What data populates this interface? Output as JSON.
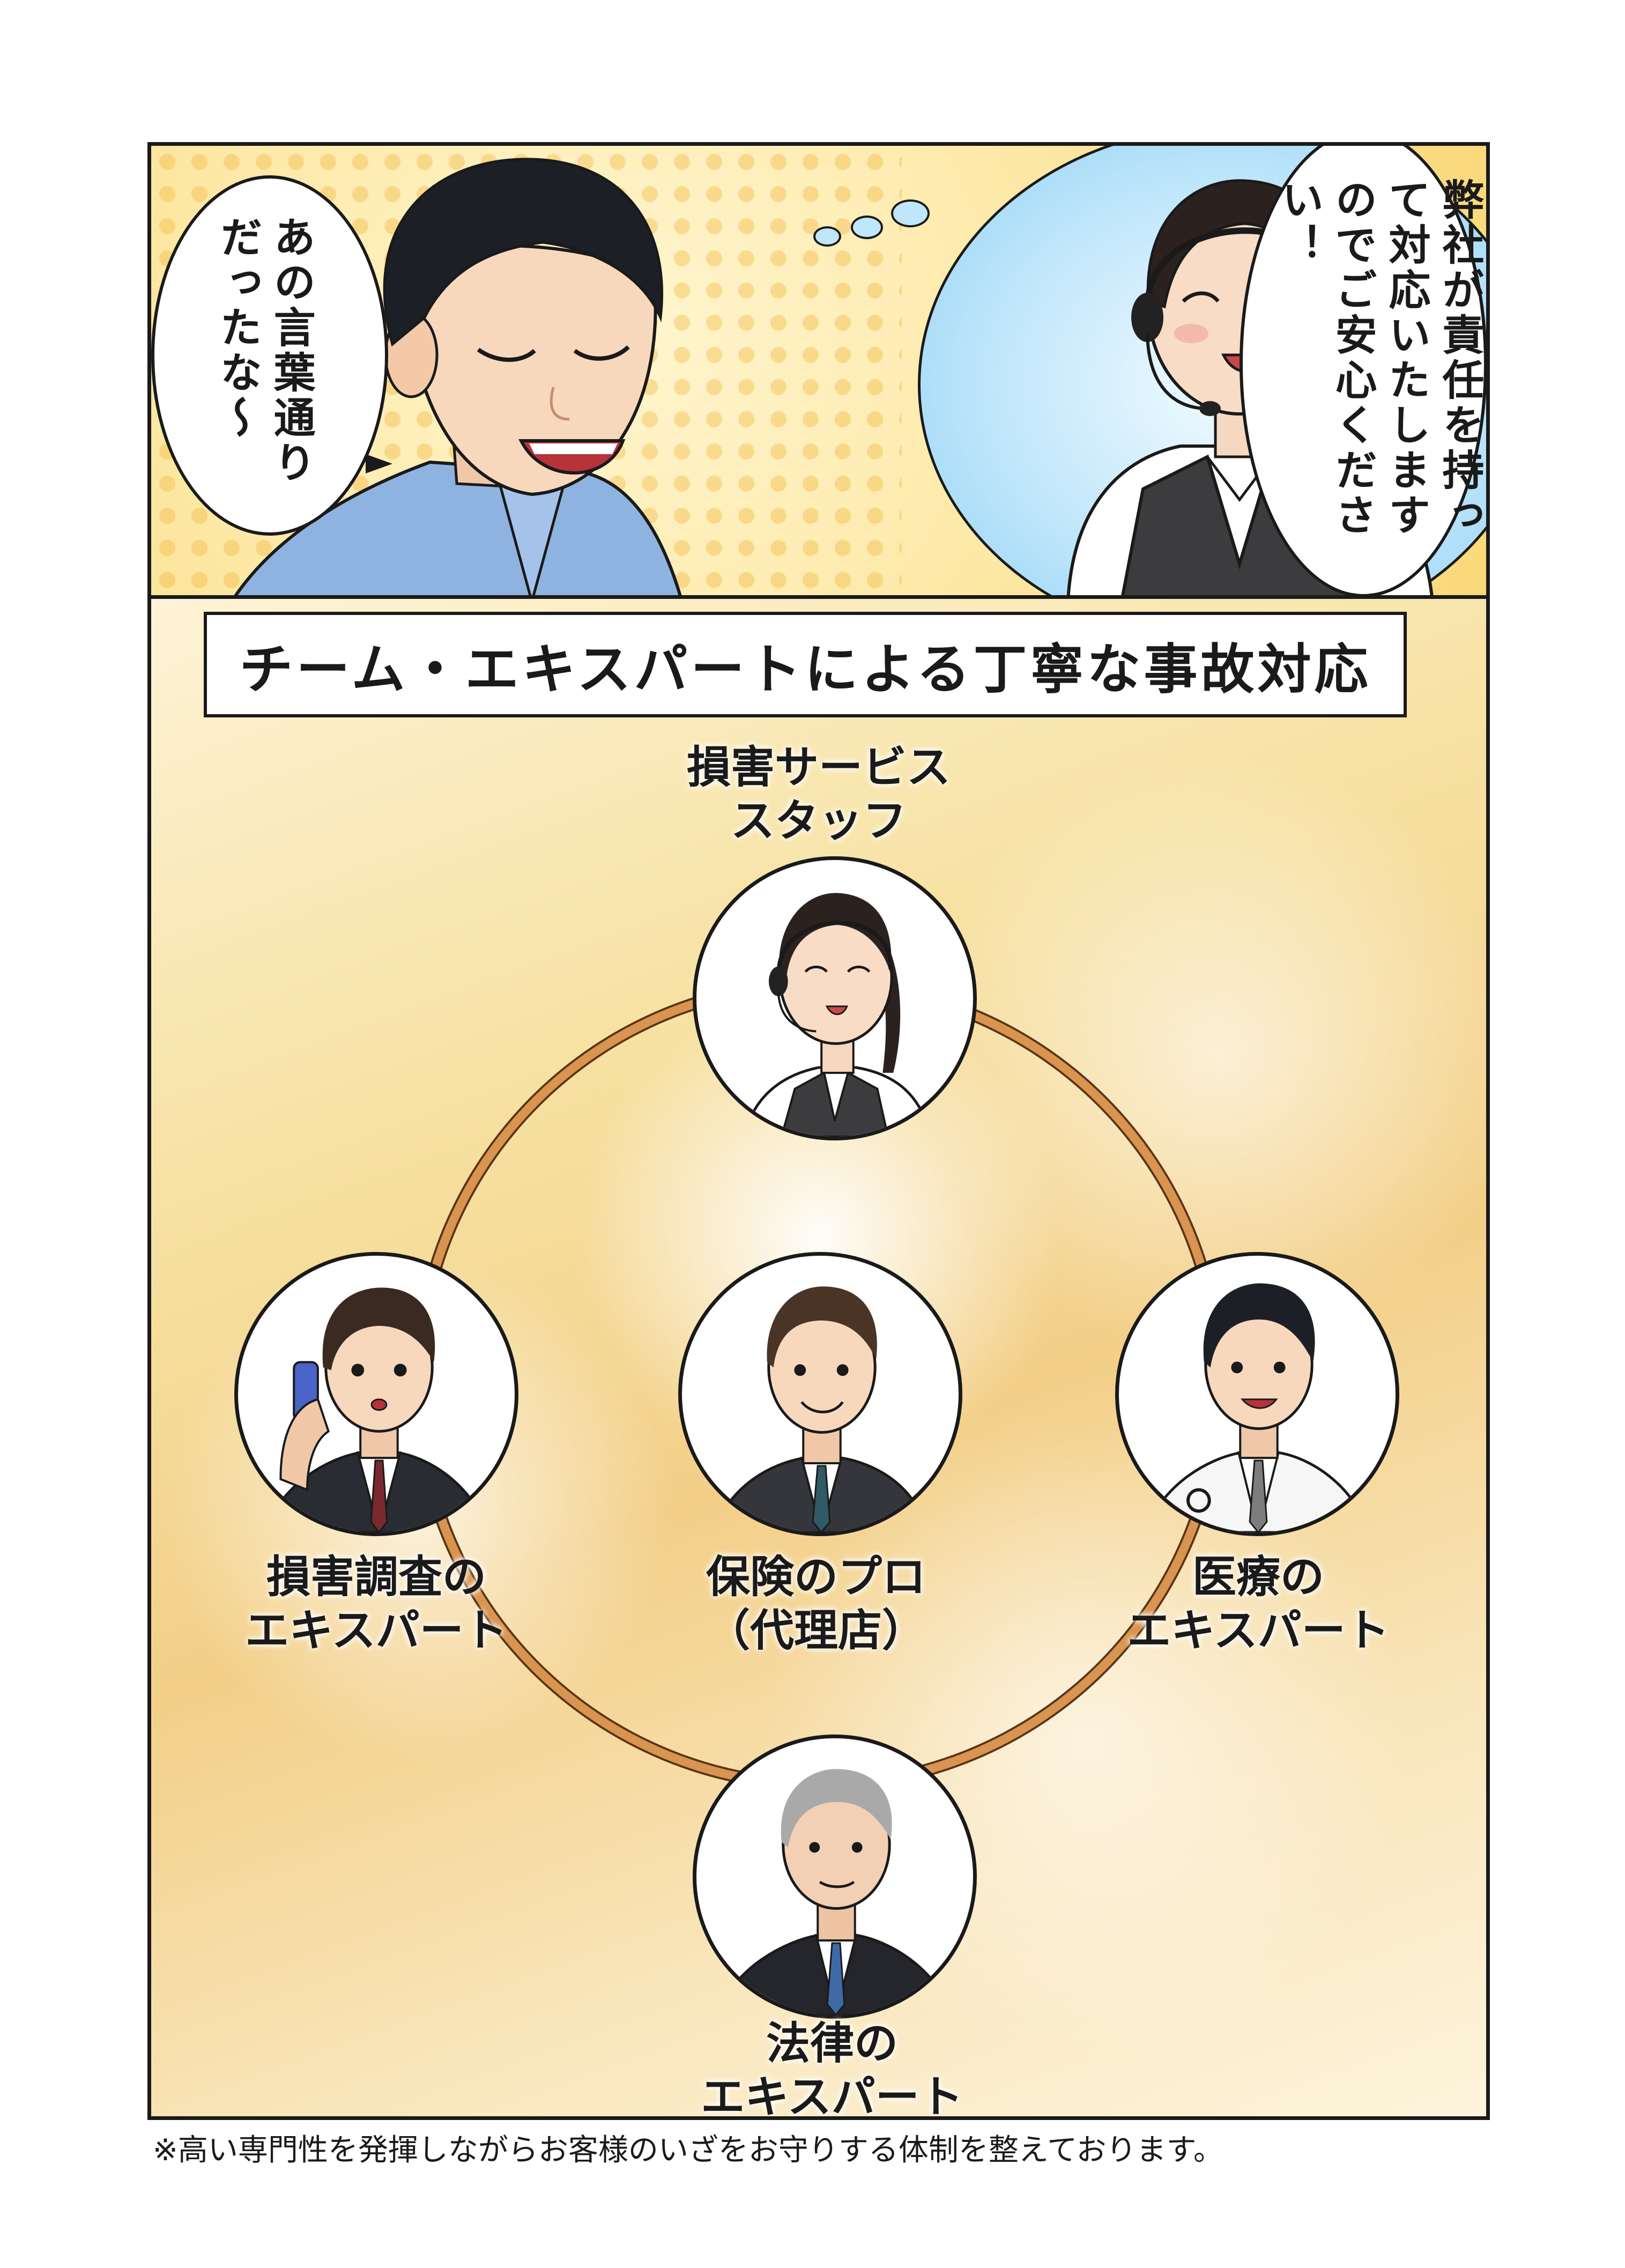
{
  "top_panel": {
    "left_bubble_text": "あの言葉通りだったな〜",
    "right_bubble_text": "弊社が責任を持って対応いたしますのでご安心ください！"
  },
  "bottom_panel": {
    "title": "チーム・エキスパートによる丁寧な事故対応",
    "roles": {
      "top": {
        "line1": "損害サービス",
        "line2": "スタッフ"
      },
      "left": {
        "line1": "損害調査の",
        "line2": "エキスパート"
      },
      "center": {
        "line1": "保険のプロ",
        "line2": "（代理店）"
      },
      "right": {
        "line1": "医療の",
        "line2": "エキスパート"
      },
      "bottom": {
        "line1": "法律の",
        "line2": "エキスパート"
      }
    },
    "ring_color": "#d9944f"
  },
  "footnote": "※高い専門性を発揮しながらお客様のいざをお守りする体制を整えております。"
}
